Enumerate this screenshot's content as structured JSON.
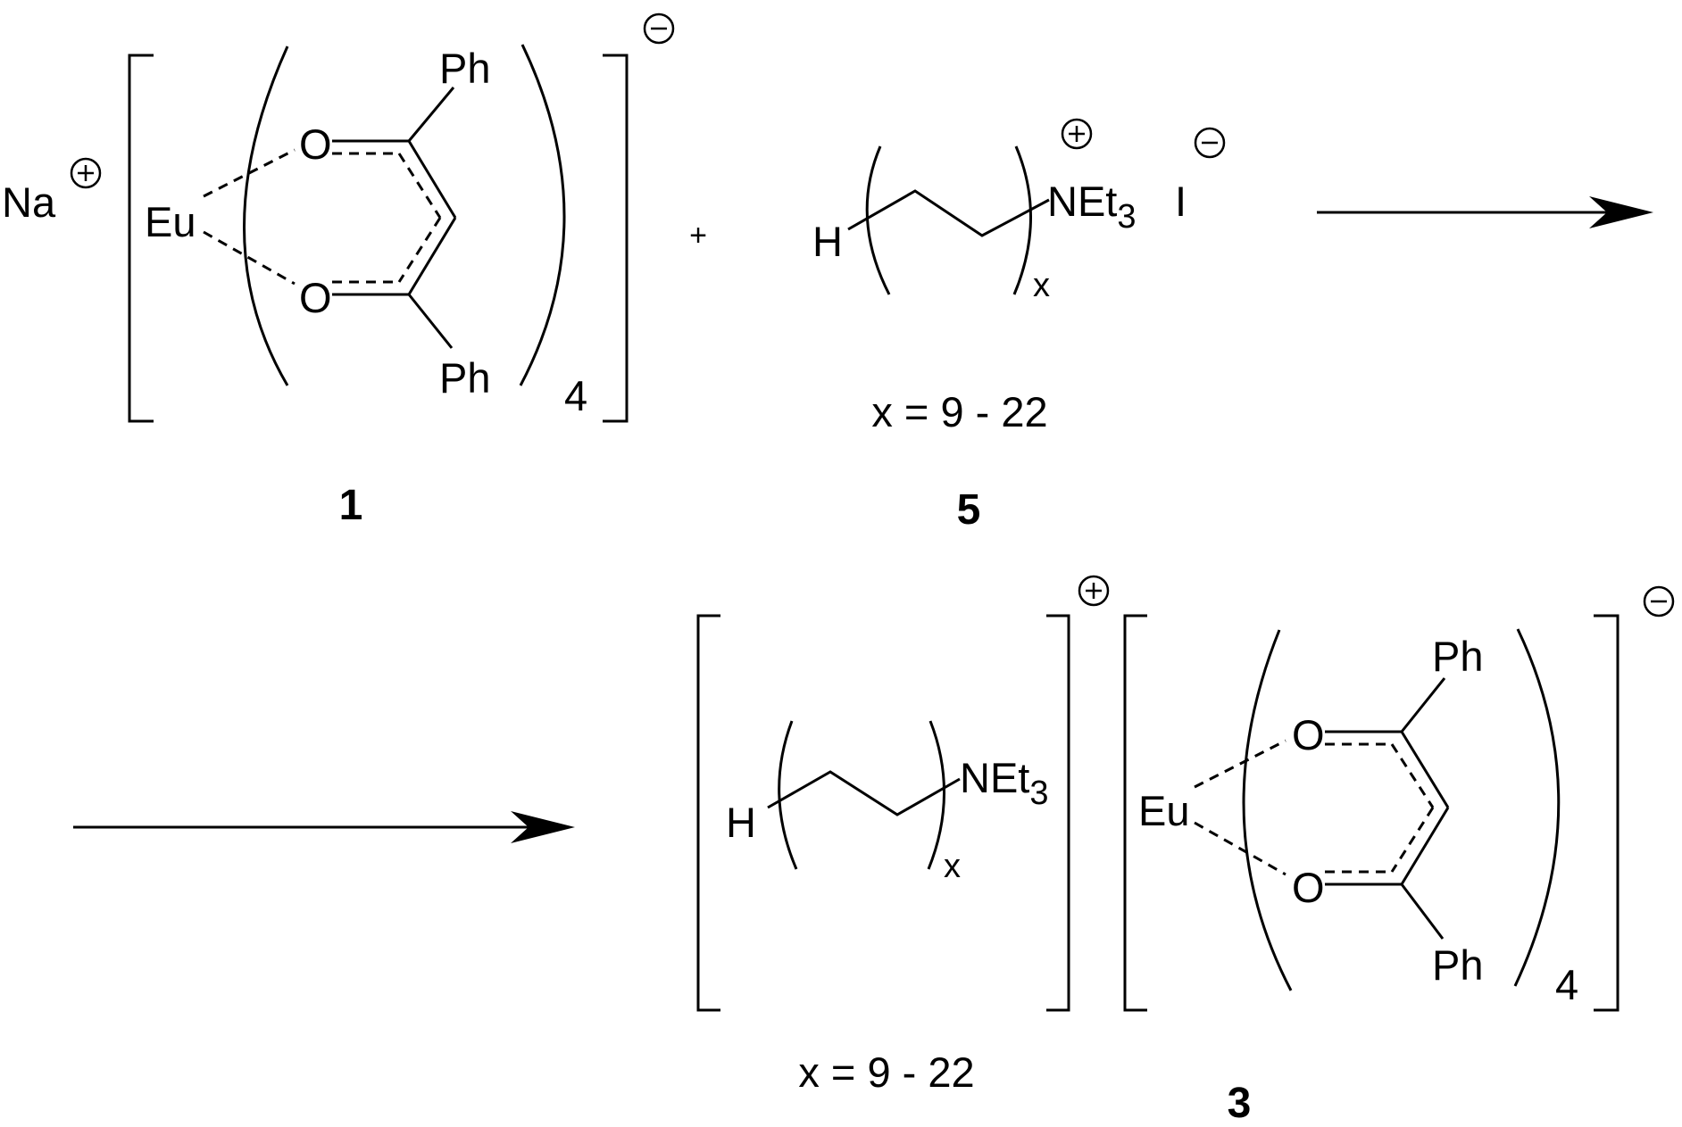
{
  "colors": {
    "ink": "#000000",
    "background": "#ffffff"
  },
  "reactant_1": {
    "cation": "Na",
    "metal": "Eu",
    "oxygen": "O",
    "phenyl": "Ph",
    "ligand_count": "4",
    "label": "1"
  },
  "plus_sign": "+",
  "reactant_5": {
    "hydrogen": "H",
    "repeat_subscript": "x",
    "amine_prefix": "NEt",
    "amine_subscript": "3",
    "iodide": "I",
    "range": "x = 9 - 22",
    "label": "5"
  },
  "product_3": {
    "hydrogen": "H",
    "repeat_subscript": "x",
    "amine_prefix": "NEt",
    "amine_subscript": "3",
    "metal": "Eu",
    "oxygen": "O",
    "phenyl": "Ph",
    "ligand_count": "4",
    "range": "x = 9 - 22",
    "label": "3"
  }
}
